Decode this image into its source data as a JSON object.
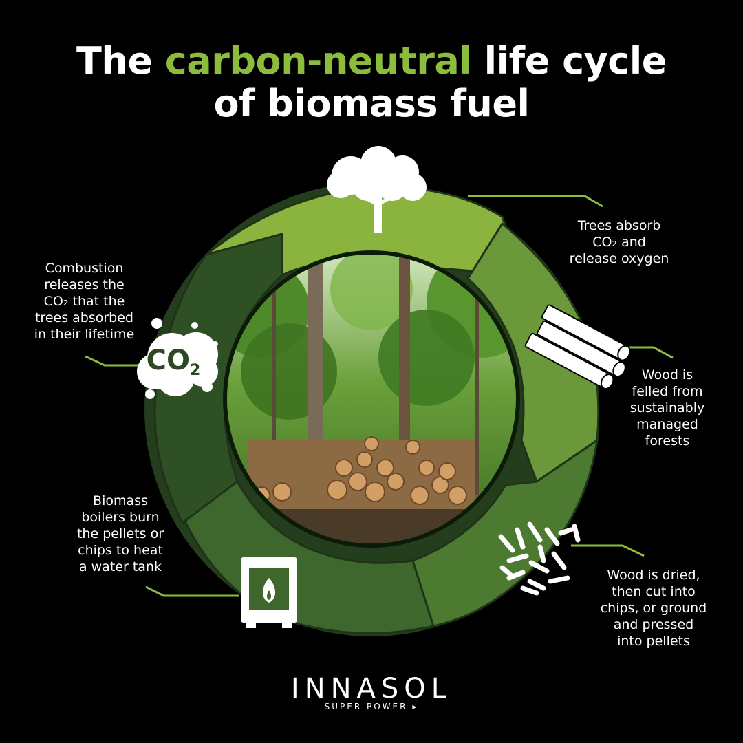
{
  "title": {
    "part1": "The ",
    "highlight": "carbon-neutral",
    "part2": " life cycle",
    "line2": "of biomass fuel"
  },
  "steps": {
    "trees": [
      "Trees absorb",
      "CO₂ and",
      "release oxygen"
    ],
    "felled": [
      "Wood is",
      "felled from",
      "sustainably",
      "managed",
      "forests"
    ],
    "dried": [
      "Wood is dried,",
      "then cut into",
      "chips, or ground",
      "and pressed",
      "into pellets"
    ],
    "boilers": [
      "Biomass",
      "boilers burn",
      "the pellets or",
      "chips to heat",
      "a water tank"
    ],
    "combustion": [
      "Combustion",
      "releases the",
      "CO₂ that the",
      "trees absorbed",
      "in their lifetime"
    ]
  },
  "co2_icon": {
    "main": "CO",
    "sub": "2"
  },
  "brand": {
    "name": "INNASOL",
    "tagline": "SUPER POWER"
  },
  "icons": [
    "tree-icon",
    "logs-icon",
    "pellets-icon",
    "boiler-icon",
    "co2-cloud-icon",
    "forest-photo"
  ],
  "colors": {
    "accent": "#8cbc3c",
    "arrow_light": "#8ab43e",
    "arrow_mid": "#5f8a35",
    "arrow_dark": "#3f6b2e",
    "arrow_darkest": "#2c4a22"
  }
}
